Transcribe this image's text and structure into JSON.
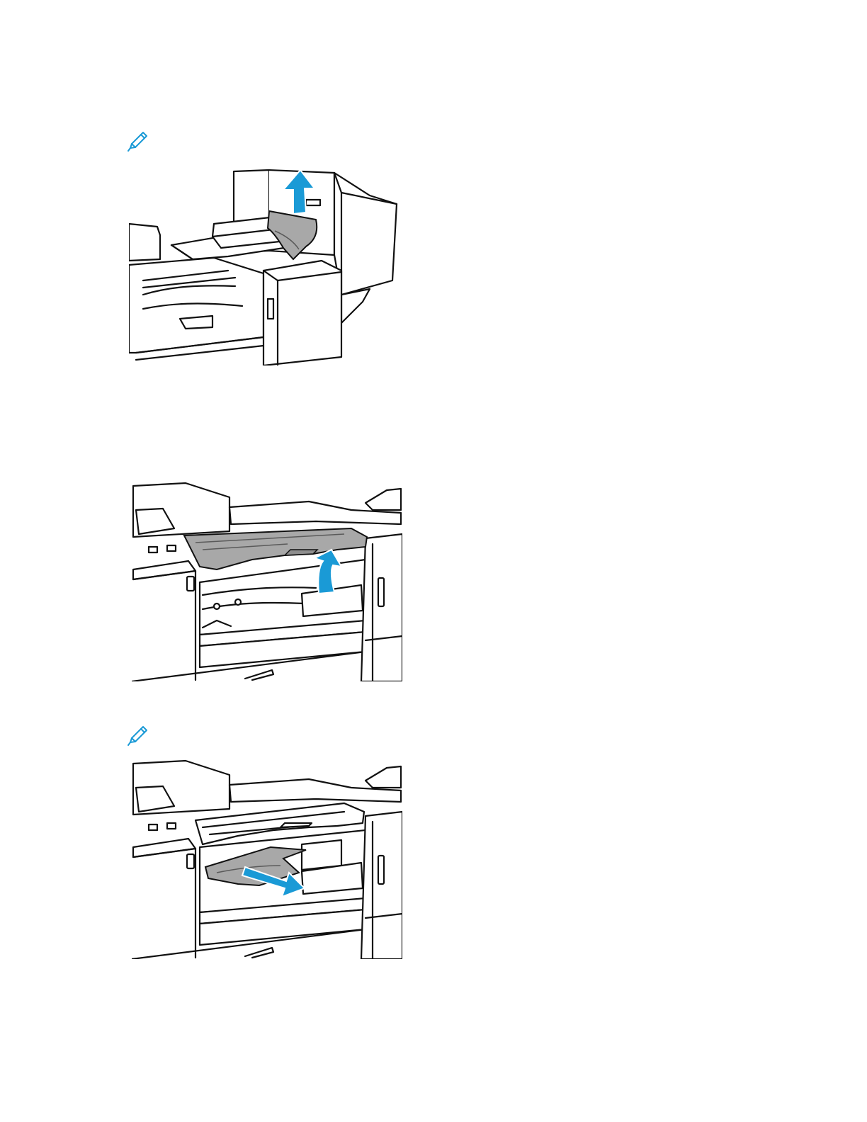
{
  "page": {
    "background": "#ffffff"
  },
  "colors": {
    "accent_blue": "#1a9ad6",
    "line": "#111111",
    "paper_gray": "#a8a8a8",
    "fill_white": "#ffffff"
  },
  "icons": {
    "note_icon": "pencil-icon"
  },
  "figures": [
    {
      "id": "fig-1",
      "subject": "finisher-top-cover-paper-removal",
      "arrow": "up"
    },
    {
      "id": "fig-2",
      "subject": "center-output-tray-lift",
      "arrow": "curved-up"
    },
    {
      "id": "fig-3",
      "subject": "center-tray-paper-removal",
      "arrow": "out"
    }
  ]
}
